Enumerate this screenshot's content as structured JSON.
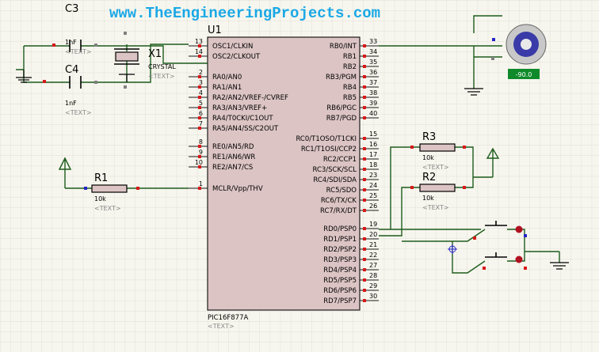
{
  "watermark": "www.TheEngineeringProjects.com",
  "mcu": {
    "ref": "U1",
    "part": "PIC16F877A",
    "text_placeholder": "<TEXT>",
    "left_pins": [
      {
        "num": "13",
        "name": "OSC1/CLKIN"
      },
      {
        "num": "14",
        "name": "OSC2/CLKOUT"
      },
      {
        "num": "2",
        "name": "RA0/AN0"
      },
      {
        "num": "3",
        "name": "RA1/AN1"
      },
      {
        "num": "4",
        "name": "RA2/AN2/VREF-/CVREF"
      },
      {
        "num": "5",
        "name": "RA3/AN3/VREF+"
      },
      {
        "num": "6",
        "name": "RA4/T0CKI/C1OUT"
      },
      {
        "num": "7",
        "name": "RA5/AN4/SS/C2OUT"
      },
      {
        "num": "8",
        "name": "RE0/AN5/RD"
      },
      {
        "num": "9",
        "name": "RE1/AN6/WR"
      },
      {
        "num": "10",
        "name": "RE2/AN7/CS"
      },
      {
        "num": "1",
        "name": "MCLR/Vpp/THV"
      }
    ],
    "right_pins": [
      {
        "num": "33",
        "name": "RB0/INT"
      },
      {
        "num": "34",
        "name": "RB1"
      },
      {
        "num": "35",
        "name": "RB2"
      },
      {
        "num": "36",
        "name": "RB3/PGM"
      },
      {
        "num": "37",
        "name": "RB4"
      },
      {
        "num": "38",
        "name": "RB5"
      },
      {
        "num": "39",
        "name": "RB6/PGC"
      },
      {
        "num": "40",
        "name": "RB7/PGD"
      },
      {
        "num": "15",
        "name": "RC0/T1OSO/T1CKI"
      },
      {
        "num": "16",
        "name": "RC1/T1OSI/CCP2"
      },
      {
        "num": "17",
        "name": "RC2/CCP1"
      },
      {
        "num": "18",
        "name": "RC3/SCK/SCL"
      },
      {
        "num": "23",
        "name": "RC4/SDI/SDA"
      },
      {
        "num": "24",
        "name": "RC5/SDO"
      },
      {
        "num": "25",
        "name": "RC6/TX/CK"
      },
      {
        "num": "26",
        "name": "RC7/RX/DT"
      },
      {
        "num": "19",
        "name": "RD0/PSP0"
      },
      {
        "num": "20",
        "name": "RD1/PSP1"
      },
      {
        "num": "21",
        "name": "RD2/PSP2"
      },
      {
        "num": "22",
        "name": "RD3/PSP3"
      },
      {
        "num": "27",
        "name": "RD4/PSP4"
      },
      {
        "num": "28",
        "name": "RD5/PSP5"
      },
      {
        "num": "29",
        "name": "RD6/PSP6"
      },
      {
        "num": "30",
        "name": "RD7/PSP7"
      }
    ]
  },
  "components": {
    "c3": {
      "ref": "C3",
      "value": "1nF",
      "text": "<TEXT>"
    },
    "c4": {
      "ref": "C4",
      "value": "1nF",
      "text": "<TEXT>"
    },
    "x1": {
      "ref": "X1",
      "value": "CRYSTAL",
      "text": "<TEXT>"
    },
    "r1": {
      "ref": "R1",
      "value": "10k",
      "text": "<TEXT>"
    },
    "r2": {
      "ref": "R2",
      "value": "10k",
      "text": "<TEXT>"
    },
    "r3": {
      "ref": "R3",
      "value": "10k",
      "text": "<TEXT>"
    },
    "servo": {
      "angle": "-90.0"
    }
  }
}
